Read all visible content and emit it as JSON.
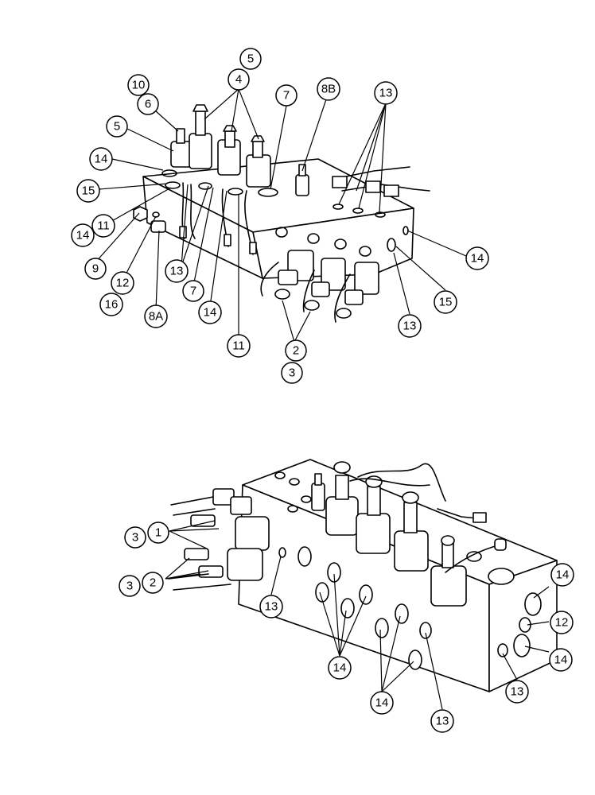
{
  "callouts": {
    "top": [
      {
        "id": "t5a",
        "label": "5"
      },
      {
        "id": "t4",
        "label": "4"
      },
      {
        "id": "t10",
        "label": "10"
      },
      {
        "id": "t6",
        "label": "6"
      },
      {
        "id": "t5b",
        "label": "5"
      },
      {
        "id": "t7a",
        "label": "7"
      },
      {
        "id": "t8B",
        "label": "8B"
      },
      {
        "id": "t13a",
        "label": "13"
      },
      {
        "id": "t14a",
        "label": "14"
      },
      {
        "id": "t15a",
        "label": "15"
      },
      {
        "id": "t14b",
        "label": "14"
      },
      {
        "id": "t11a",
        "label": "11"
      },
      {
        "id": "t9",
        "label": "9"
      },
      {
        "id": "t12",
        "label": "12"
      },
      {
        "id": "t16",
        "label": "16"
      },
      {
        "id": "t8A",
        "label": "8A"
      },
      {
        "id": "t13b",
        "label": "13"
      },
      {
        "id": "t7b",
        "label": "7"
      },
      {
        "id": "t14c",
        "label": "14"
      },
      {
        "id": "t11b",
        "label": "11"
      },
      {
        "id": "t2",
        "label": "2"
      },
      {
        "id": "t3",
        "label": "3"
      },
      {
        "id": "t13c",
        "label": "13"
      },
      {
        "id": "t15b",
        "label": "15"
      },
      {
        "id": "t14d",
        "label": "14"
      }
    ],
    "bottom": [
      {
        "id": "b3a",
        "label": "3"
      },
      {
        "id": "b1",
        "label": "1"
      },
      {
        "id": "b3b",
        "label": "3"
      },
      {
        "id": "b2",
        "label": "2"
      },
      {
        "id": "b13a",
        "label": "13"
      },
      {
        "id": "b14a",
        "label": "14"
      },
      {
        "id": "b14b",
        "label": "14"
      },
      {
        "id": "b13b",
        "label": "13"
      },
      {
        "id": "b14c",
        "label": "14"
      },
      {
        "id": "b12",
        "label": "12"
      },
      {
        "id": "b14d",
        "label": "14"
      },
      {
        "id": "b13c",
        "label": "13"
      }
    ]
  }
}
